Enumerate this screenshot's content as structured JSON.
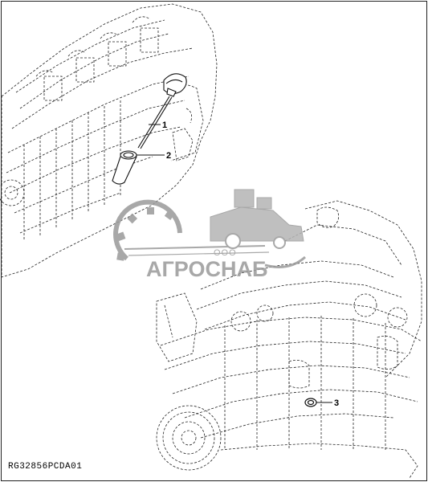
{
  "callouts": [
    {
      "id": "1",
      "label": "1"
    },
    {
      "id": "2",
      "label": "2"
    },
    {
      "id": "3",
      "label": "3"
    }
  ],
  "caption": "RG32856PCDA01",
  "watermark": {
    "prefix": "ООО",
    "brand": "АГРОСНАБ"
  },
  "colors": {
    "line": "#222222",
    "watermark": "#9a9a9a",
    "background": "#ffffff"
  }
}
